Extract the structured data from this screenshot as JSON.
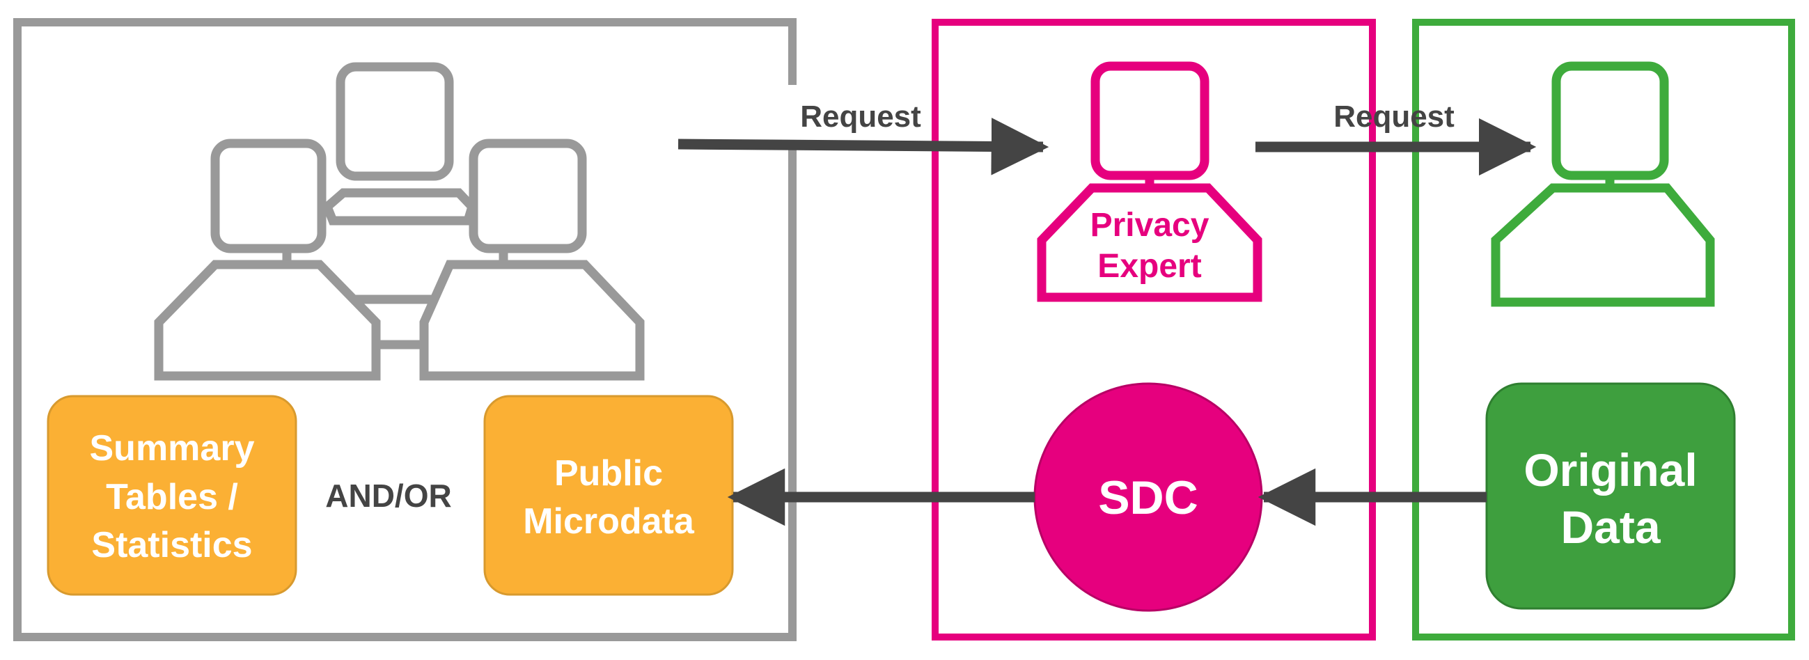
{
  "colors": {
    "users_panel": "#999999",
    "expert_panel": "#e6007e",
    "data_panel": "#3eab3c",
    "output_box": "#fbb034",
    "output_box_border": "#d89a2e",
    "original_data_box": "#3e9f3e",
    "arrow": "#444444",
    "text_dark": "#444444",
    "text_light": "#ffffff"
  },
  "icons": {
    "users_group": "user-group-icon",
    "privacy_expert": "user-icon",
    "data_holder": "user-icon"
  },
  "labels": {
    "request_to_expert": "Request",
    "request_to_data": "Request",
    "privacy_expert_line1": "Privacy",
    "privacy_expert_line2": "Expert",
    "sdc": "SDC",
    "original_data_line1": "Original",
    "original_data_line2": "Data",
    "summary_line1": "Summary",
    "summary_line2": "Tables /",
    "summary_line3": "Statistics",
    "and_or": "AND/OR",
    "public_line1": "Public",
    "public_line2": "Microdata"
  }
}
